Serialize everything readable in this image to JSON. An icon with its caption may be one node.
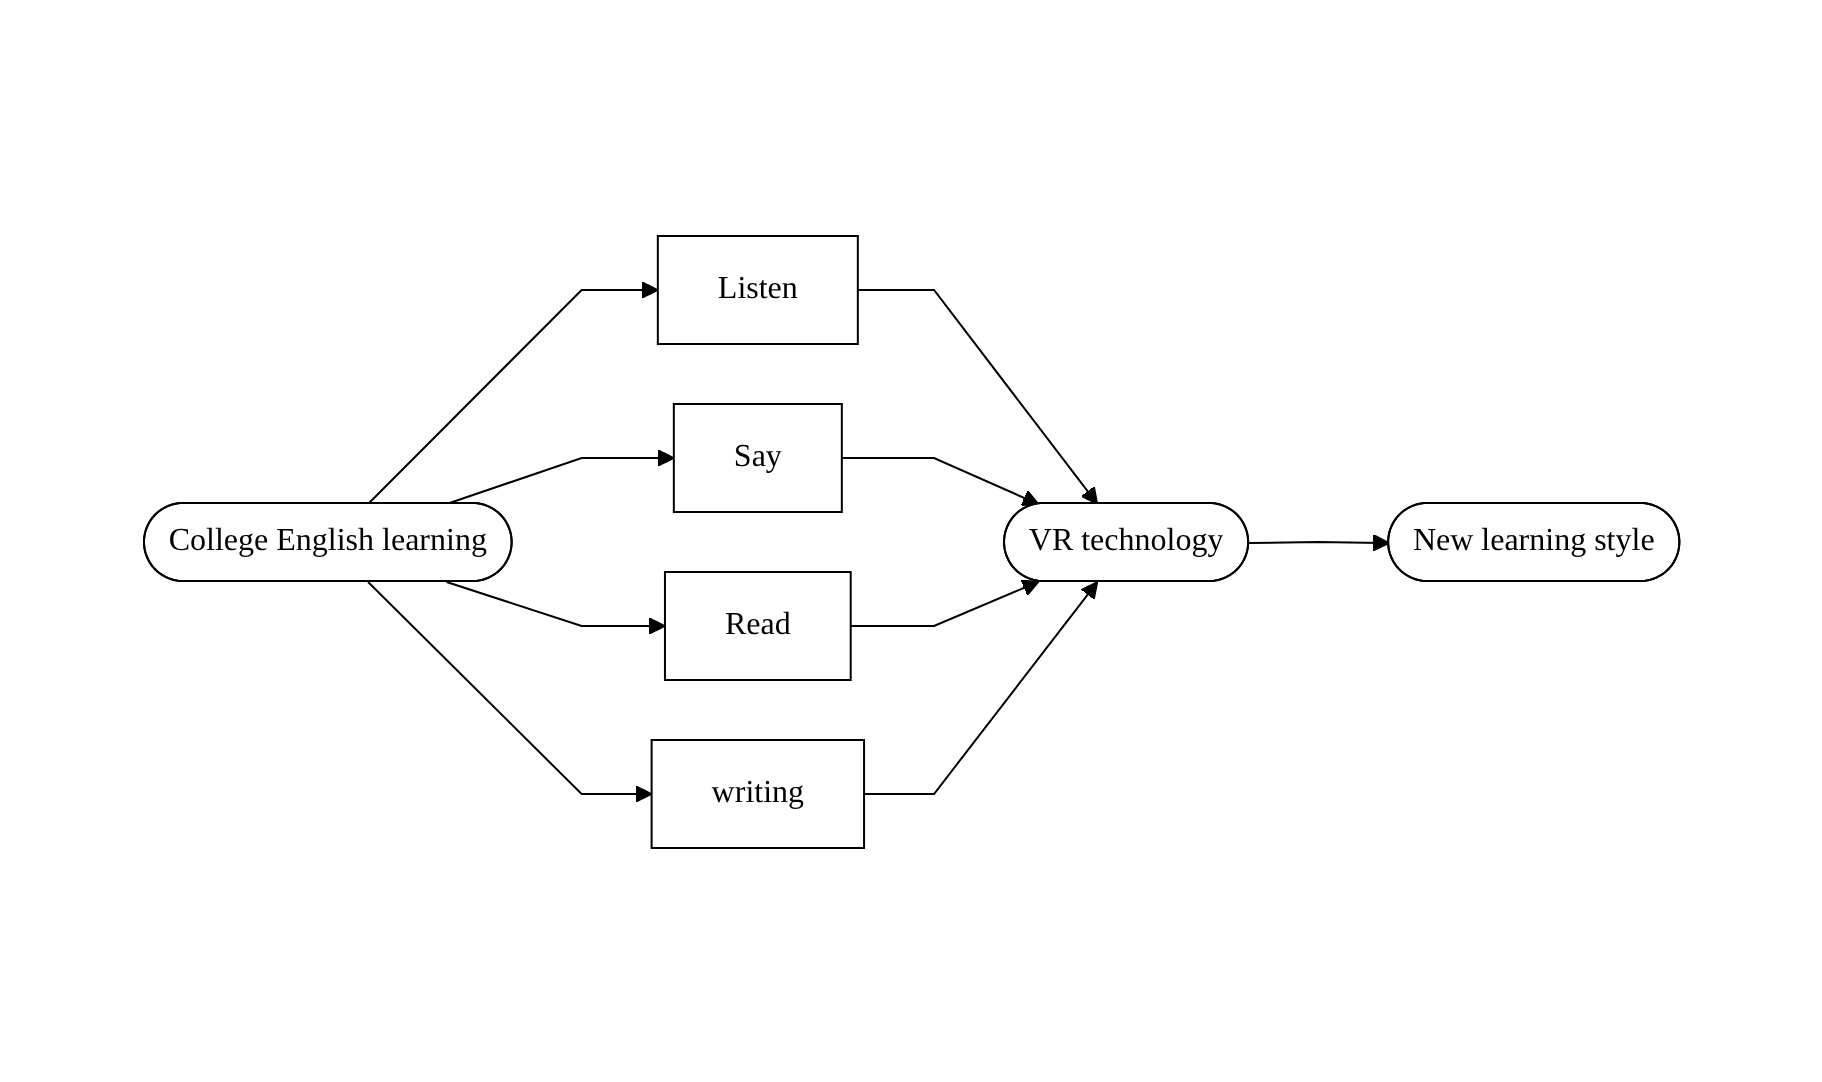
{
  "diagram": {
    "nodes": [
      {
        "text": [
          "College English learning"
        ]
      },
      {
        "text": [
          "Listen"
        ]
      },
      {
        "text": [
          "Say"
        ]
      },
      {
        "text": [
          "Read"
        ]
      },
      {
        "text": [
          "writing"
        ]
      },
      {
        "text": [
          "VR technology"
        ]
      },
      {
        "text": [
          "New learning style"
        ]
      }
    ],
    "edges": [
      {
        "from": 0,
        "to": 1,
        "arrow": "to"
      },
      {
        "from": 0,
        "to": 2,
        "arrow": "to"
      },
      {
        "from": 0,
        "to": 3,
        "arrow": "to"
      },
      {
        "from": 0,
        "to": 4,
        "arrow": "to"
      },
      {
        "from": 1,
        "to": 5,
        "arrow": "to"
      },
      {
        "from": 2,
        "to": 5,
        "arrow": "to"
      },
      {
        "from": 3,
        "to": 5,
        "arrow": "to"
      },
      {
        "from": 4,
        "to": 5,
        "arrow": "to"
      },
      {
        "from": 5,
        "to": 6,
        "arrow": "to"
      }
    ]
  }
}
